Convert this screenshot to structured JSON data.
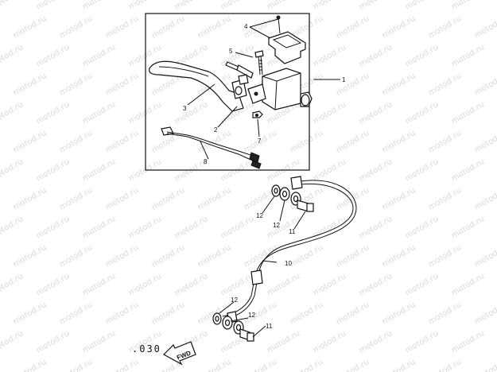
{
  "watermark": "motod.ru",
  "labels": {
    "p1": "1",
    "p2": "2",
    "p3": "3",
    "p4": "4",
    "p5": "5",
    "p7": "7",
    "p8": "8",
    "p10": "10",
    "p11a": "11",
    "p11b": "11",
    "p12a": "12",
    "p12b": "12",
    "p12c": "12",
    "p12d": "12"
  },
  "figure_code": ".030",
  "direction_label": "FWD"
}
